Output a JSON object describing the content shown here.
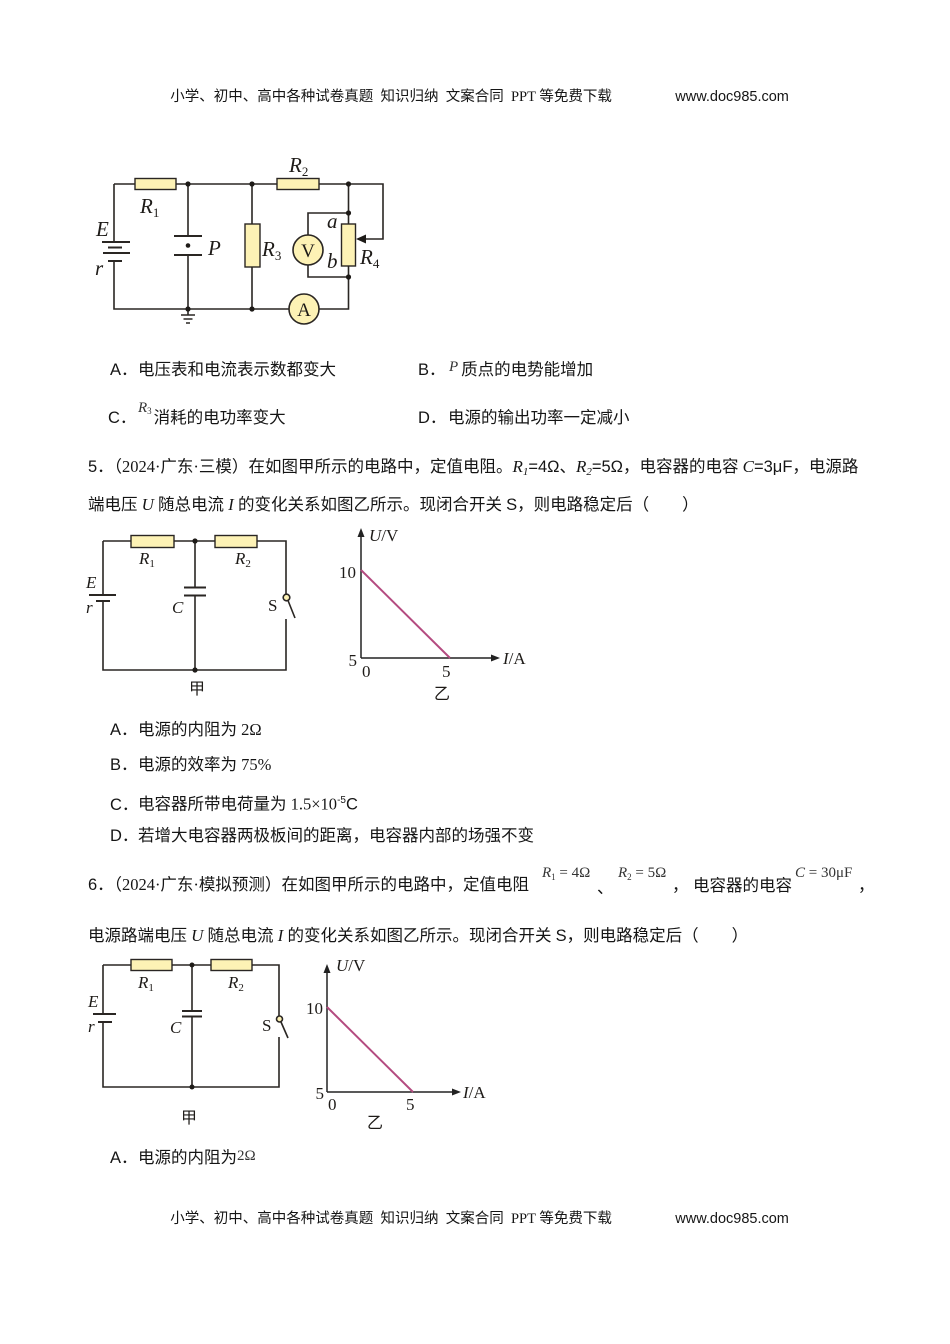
{
  "theme": {
    "wire": "#2a2623",
    "resistor_fill": "#fdf2b5",
    "plot_line": "#b44b80"
  },
  "page_header": {
    "slogan": "小学、初中、高中各种试卷真题  知识归纳  文案合同  PPT 等免费下载",
    "site": "www.doc985.com"
  },
  "page_footer": {
    "slogan": "小学、初中、高中各种试卷真题  知识归纳  文案合同  PPT 等免费下载",
    "site": "www.doc985.com"
  },
  "q4": {
    "figure": {
      "E": "E",
      "r": "r",
      "R1": "R",
      "R1_sub": "1",
      "P": "P",
      "R2": "R",
      "R2_sub": "2",
      "R3": "R",
      "R3_sub": "3",
      "R4": "R",
      "R4_sub": "4",
      "a": "a",
      "b": "b",
      "voltmeter": "V",
      "ammeter": "A"
    },
    "options": [
      {
        "letter": "A．",
        "text": "电压表和电流表示数都变大"
      },
      {
        "letter": "B．",
        "math": "P",
        "text": "质点的电势能增加"
      },
      {
        "letter": "C．",
        "math": "R",
        "math_sub": "3",
        "text": "消耗的电功率变大"
      },
      {
        "letter": "D．",
        "text": "电源的输出功率一定减小"
      }
    ]
  },
  "q5": {
    "number": "5．",
    "source": "（2024·广东·三模）",
    "stem": {
      "t1": "在如图甲所示的电路中，定值电阻。",
      "r1": "R",
      "r1_sub": "1",
      "r1_val": "=4Ω、",
      "r2": "R",
      "r2_sub": "2",
      "r2_val": "=5Ω，",
      "t2": "电容器的电容 ",
      "c": "C",
      "c_val": "=3μF，",
      "t3": "电源路",
      "t4": "端电压 ",
      "u": "U",
      "t5": " 随总电流 ",
      "i": "I",
      "t6": " 的变化关系如图乙所示。现闭合开关 ",
      "s": "S",
      "t7": "，则电路稳定后（　　）"
    },
    "figure": {
      "E": "E",
      "r": "r",
      "R1": "R",
      "R1_sub": "1",
      "R2": "R",
      "R2_sub": "2",
      "C": "C",
      "S": "S",
      "caption": "甲"
    },
    "options": [
      {
        "letter": "A．",
        "text": "电源的内阻为 2Ω"
      },
      {
        "letter": "B．",
        "text": "电源的效率为 75%"
      },
      {
        "letter": "C．",
        "text": "电容器所带电荷量为 1.5×10",
        "sup": "-5",
        "unit": "C"
      },
      {
        "letter": "D．",
        "text": "若增大电容器两极板间的距离，电容器内部的场强不变"
      }
    ]
  },
  "q6": {
    "number": "6．",
    "source": "（2024·广东·模拟预测）",
    "stem": {
      "t1": "在如图甲所示的电路中，定值电阻",
      "f1": "R",
      "f1_sub": "1",
      "f1_val": " = 4Ω",
      "sep1": "、",
      "f2": "R",
      "f2_sub": "2",
      "f2_val": " = 5Ω",
      "sep2": "，",
      "t2": "电容器的电容",
      "f3": "C",
      "f3_val": " = 30μF",
      "sep3": "，",
      "t3": "电源路端电压 ",
      "u": "U",
      "t4": " 随总电流 ",
      "i": "I",
      "t5": " 的变化关系如图乙所示。现闭合开关 ",
      "s": "S",
      "t6": "，则电路稳定后（　　）"
    },
    "figure": {
      "E": "E",
      "r": "r",
      "R1": "R",
      "R1_sub": "1",
      "R2": "R",
      "R2_sub": "2",
      "C": "C",
      "S": "S",
      "caption": "甲"
    },
    "options": [
      {
        "letter": "A．",
        "text": "电源的内阻为",
        "math": "2Ω"
      }
    ]
  },
  "chart_data": [
    {
      "type": "line",
      "title": "乙",
      "xlabel": "I/A",
      "xlabel_var": "I",
      "xlabel_unit": "/A",
      "ylabel": "U/V",
      "ylabel_var": "U",
      "ylabel_unit": "/V",
      "xticks": [
        "0",
        "5"
      ],
      "yticks": [
        "5",
        "10"
      ],
      "xlim": [
        0,
        7.5
      ],
      "ylim": [
        5,
        12
      ],
      "grid": false,
      "legend": null,
      "series": [
        {
          "name": "U-I",
          "x": [
            0,
            5
          ],
          "y": [
            10,
            5
          ]
        }
      ]
    },
    {
      "type": "line",
      "title": "乙",
      "xlabel": "I/A",
      "xlabel_var": "I",
      "xlabel_unit": "/A",
      "ylabel": "U/V",
      "ylabel_var": "U",
      "ylabel_unit": "/V",
      "xticks": [
        "0",
        "5"
      ],
      "yticks": [
        "5",
        "10"
      ],
      "xlim": [
        0,
        7.5
      ],
      "ylim": [
        5,
        12
      ],
      "grid": false,
      "legend": null,
      "series": [
        {
          "name": "U-I",
          "x": [
            0,
            5
          ],
          "y": [
            10,
            5
          ]
        }
      ]
    }
  ]
}
